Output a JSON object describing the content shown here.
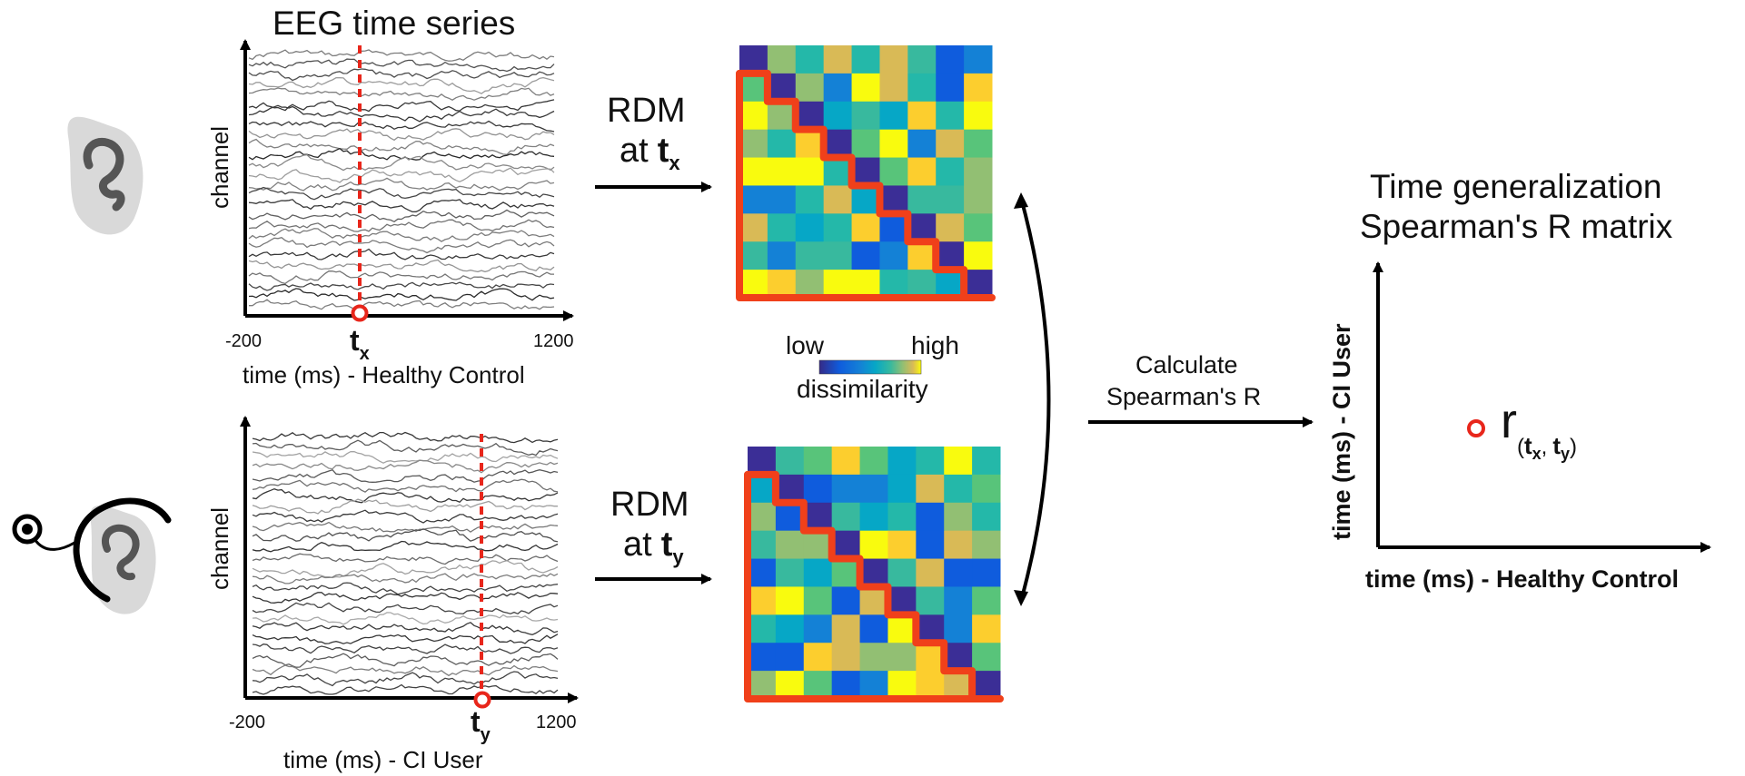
{
  "eeg_panel": {
    "title": "EEG time series",
    "ylabel": "channel",
    "x_start": "-200",
    "x_end": "1200",
    "healthy": {
      "xlabel": "time (ms) - Healthy Control",
      "marker_letter": "t",
      "marker_sub": "x"
    },
    "ci": {
      "xlabel": "time (ms) - CI User",
      "marker_letter": "t",
      "marker_sub": "y"
    }
  },
  "rdm": {
    "label_word": "RDM",
    "at_word": "at",
    "healthy_sub": "x",
    "ci_sub": "y",
    "colorbar": {
      "low": "low",
      "high": "high",
      "caption": "dissimilarity"
    }
  },
  "spearman": {
    "line1": "Calculate",
    "line2": "Spearman's R"
  },
  "tg_matrix": {
    "title_line1": "Time generalization",
    "title_line2": "Spearman's R matrix",
    "ylabel": "time (ms) - CI User",
    "xlabel": "time (ms) - Healthy Control",
    "point_symbol": "r",
    "point_open": "(",
    "point_t1": "t",
    "point_sub1": "x",
    "point_sep": ",",
    "point_t2": "t",
    "point_sub2": "y",
    "point_close": ")"
  },
  "colors": {
    "accent_red": "#e8261b",
    "outline_orange": "#f0401a",
    "axis": "#000000",
    "ear_fill": "#d9d9d9",
    "ear_stroke": "#555555"
  }
}
